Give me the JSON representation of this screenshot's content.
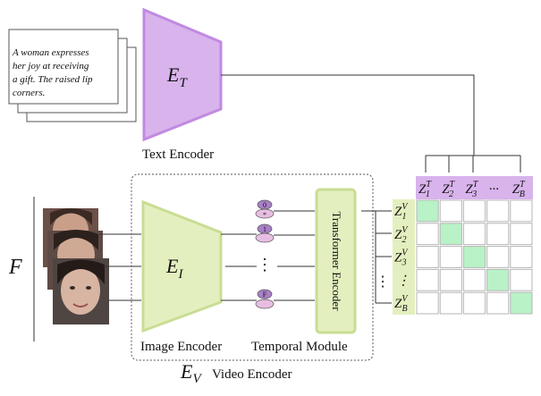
{
  "caption_lines": [
    "A woman expresses",
    "her joy at receiving",
    "a gift. The raised lip",
    "corners."
  ],
  "text_encoder": {
    "symbol": "E",
    "subscript": "T",
    "label": "Text Encoder"
  },
  "image_encoder": {
    "symbol": "E",
    "subscript": "I",
    "label": "Image Encoder"
  },
  "temporal_module": {
    "label": "Temporal Module",
    "ellipsis": "⋮",
    "tokens": [
      "0",
      "*",
      "1",
      "F"
    ]
  },
  "transformer_label": "Transformer Encoder",
  "video_encoder": {
    "symbol": "E",
    "subscript": "V",
    "label": "Video Encoder"
  },
  "frames_symbol": "F",
  "text_tokens": [
    {
      "base": "Z",
      "sup": "T",
      "sub": "1"
    },
    {
      "base": "Z",
      "sup": "T",
      "sub": "2"
    },
    {
      "base": "Z",
      "sup": "T",
      "sub": "3"
    },
    {
      "base": "···",
      "sup": "",
      "sub": ""
    },
    {
      "base": "Z",
      "sup": "T",
      "sub": "B"
    }
  ],
  "video_tokens": [
    {
      "base": "Z",
      "sup": "V",
      "sub": "1"
    },
    {
      "base": "Z",
      "sup": "V",
      "sub": "2"
    },
    {
      "base": "Z",
      "sup": "V",
      "sub": "3"
    },
    {
      "base": "⋮",
      "sup": "",
      "sub": ""
    },
    {
      "base": "Z",
      "sup": "V",
      "sub": "B"
    }
  ],
  "video_token_ellipsis": "⋮",
  "colors": {
    "purple_fill": "#d8b3ec",
    "purple_stroke": "#c18ae2",
    "green_fill": "#e4efbf",
    "green_stroke": "#c9dd94",
    "highlight": "#b8f2c6",
    "token_purple": "#a97fc6",
    "token_pink": "#e8bde2"
  }
}
